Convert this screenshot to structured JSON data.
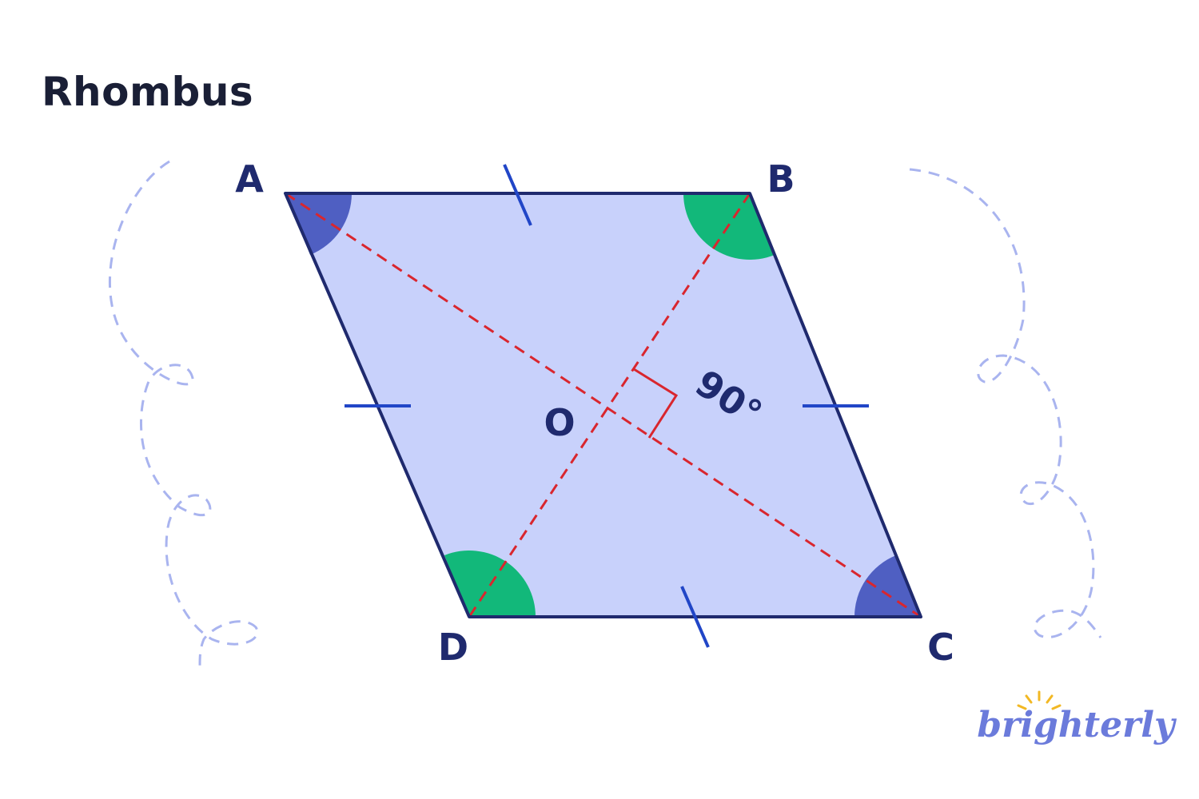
{
  "title": "Rhombus",
  "vertices": {
    "a": "A",
    "b": "B",
    "c": "C",
    "d": "D",
    "o": "O"
  },
  "angle_label": "90°",
  "logo": {
    "text": "brighterly",
    "sun_color": "#f2b824",
    "text_color": "#6b7bdb"
  },
  "colors": {
    "fill": "#c8d1fb",
    "outline": "#1f2a6e",
    "acute_angle": "#4f5fc2",
    "obtuse_angle": "#12b87a",
    "diagonal": "#d9262e",
    "tick": "#2146c7",
    "decor": "#a9b4ef"
  }
}
